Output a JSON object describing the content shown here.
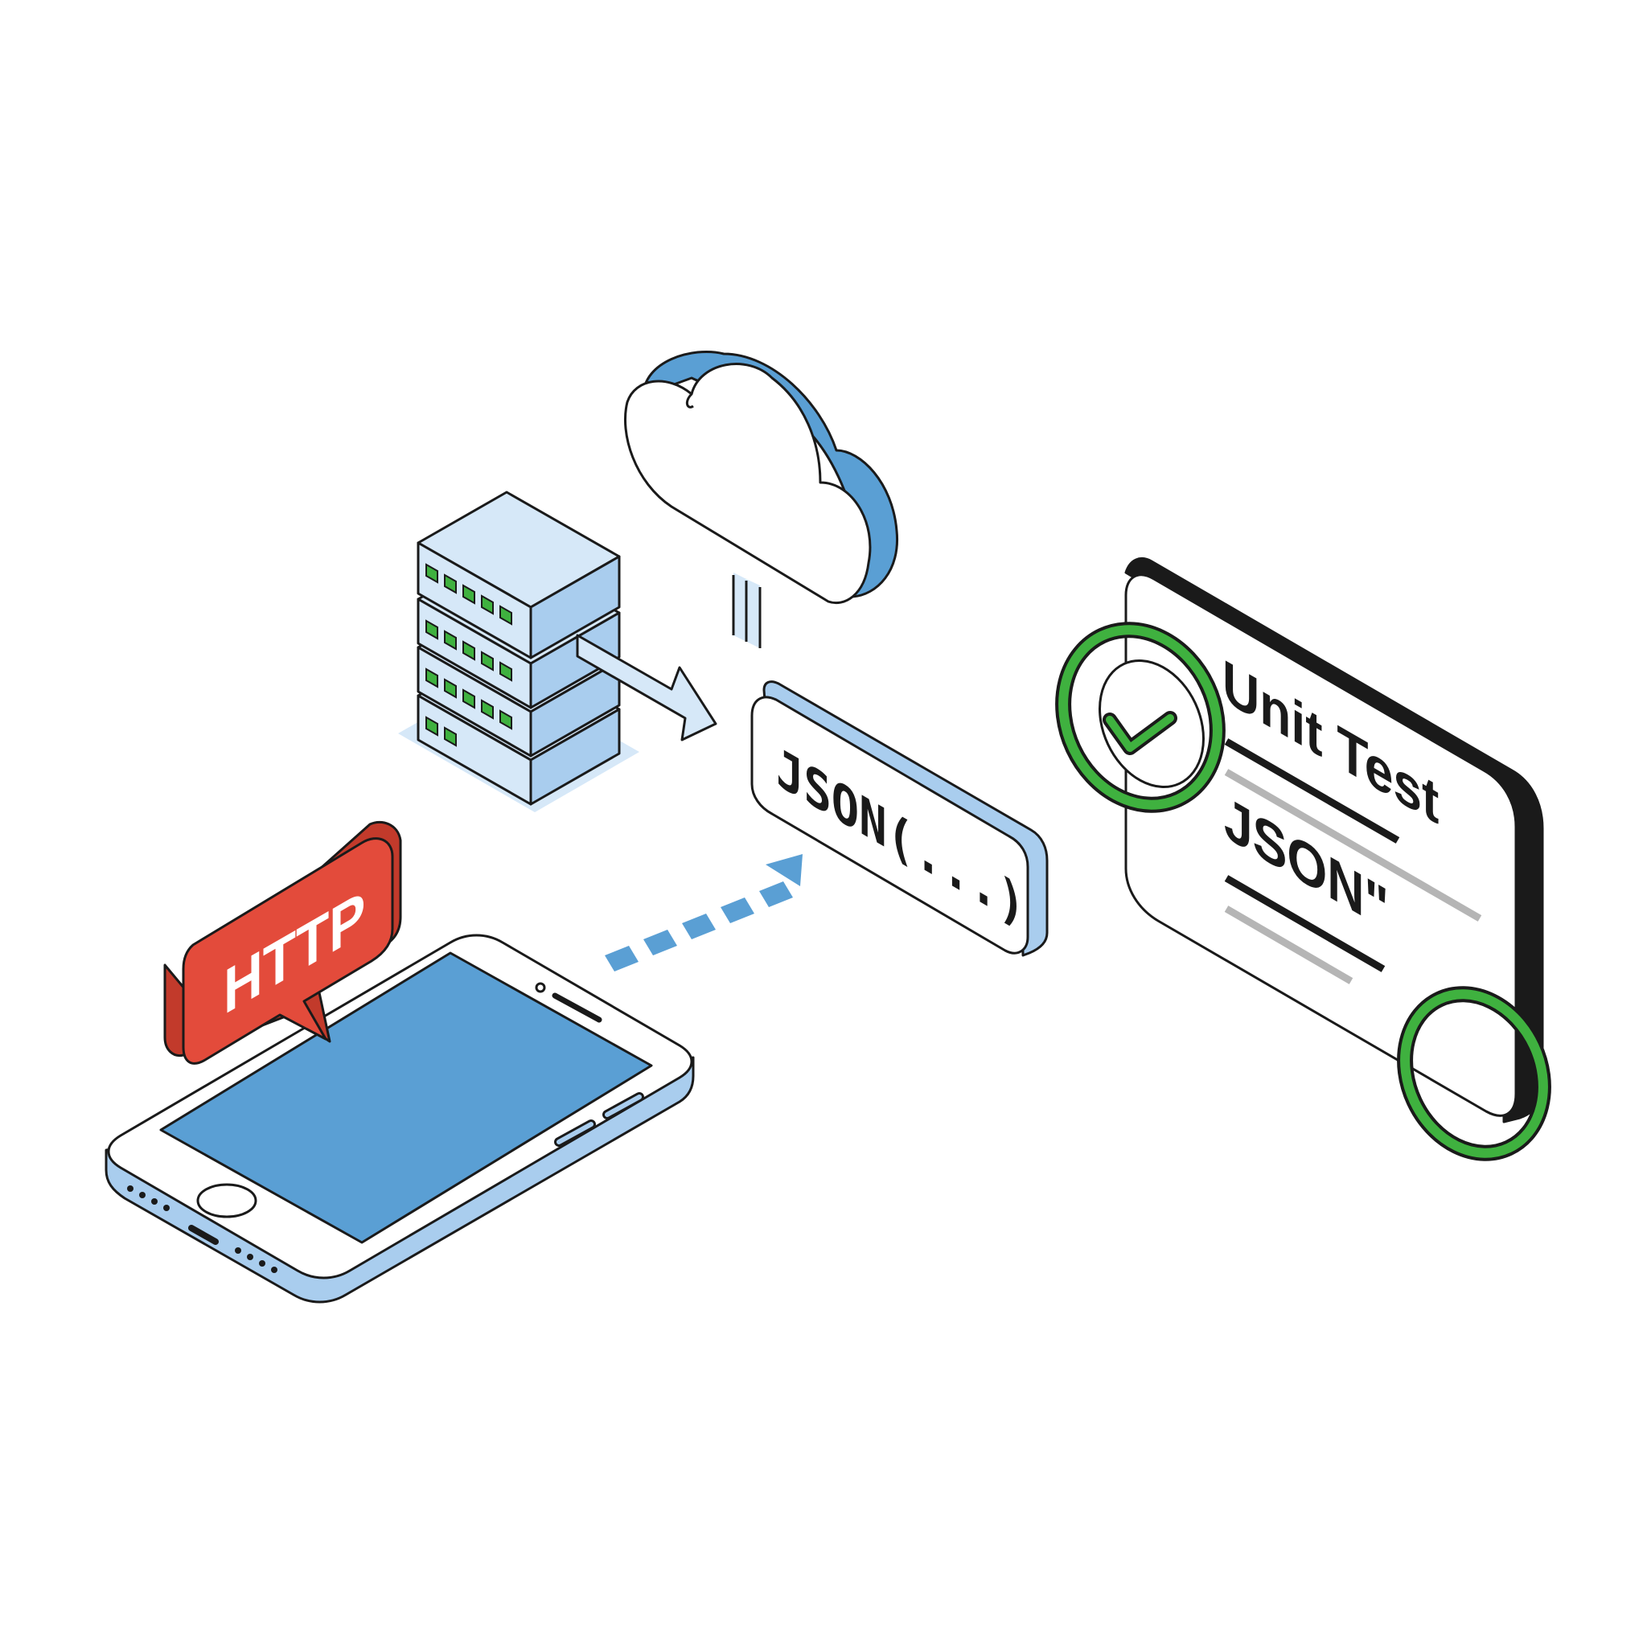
{
  "diagram": {
    "http_bubble": {
      "label": "HTTP"
    },
    "json_box": {
      "label": "JSON(...)"
    },
    "test_card": {
      "title": "Unit Test",
      "subtitle": "JSON\""
    }
  },
  "colors": {
    "outline": "#1a1a1a",
    "blue": "#5a9fd4",
    "light_blue": "#a9cdee",
    "pale_blue": "#d6e8f8",
    "red": "#e34b3b",
    "green": "#3fb13f",
    "gray": "#b5b5b5"
  },
  "icons": {
    "phone": "smartphone-icon",
    "server": "server-rack-icon",
    "cloud": "cloud-icon",
    "check": "checkmark-icon"
  }
}
